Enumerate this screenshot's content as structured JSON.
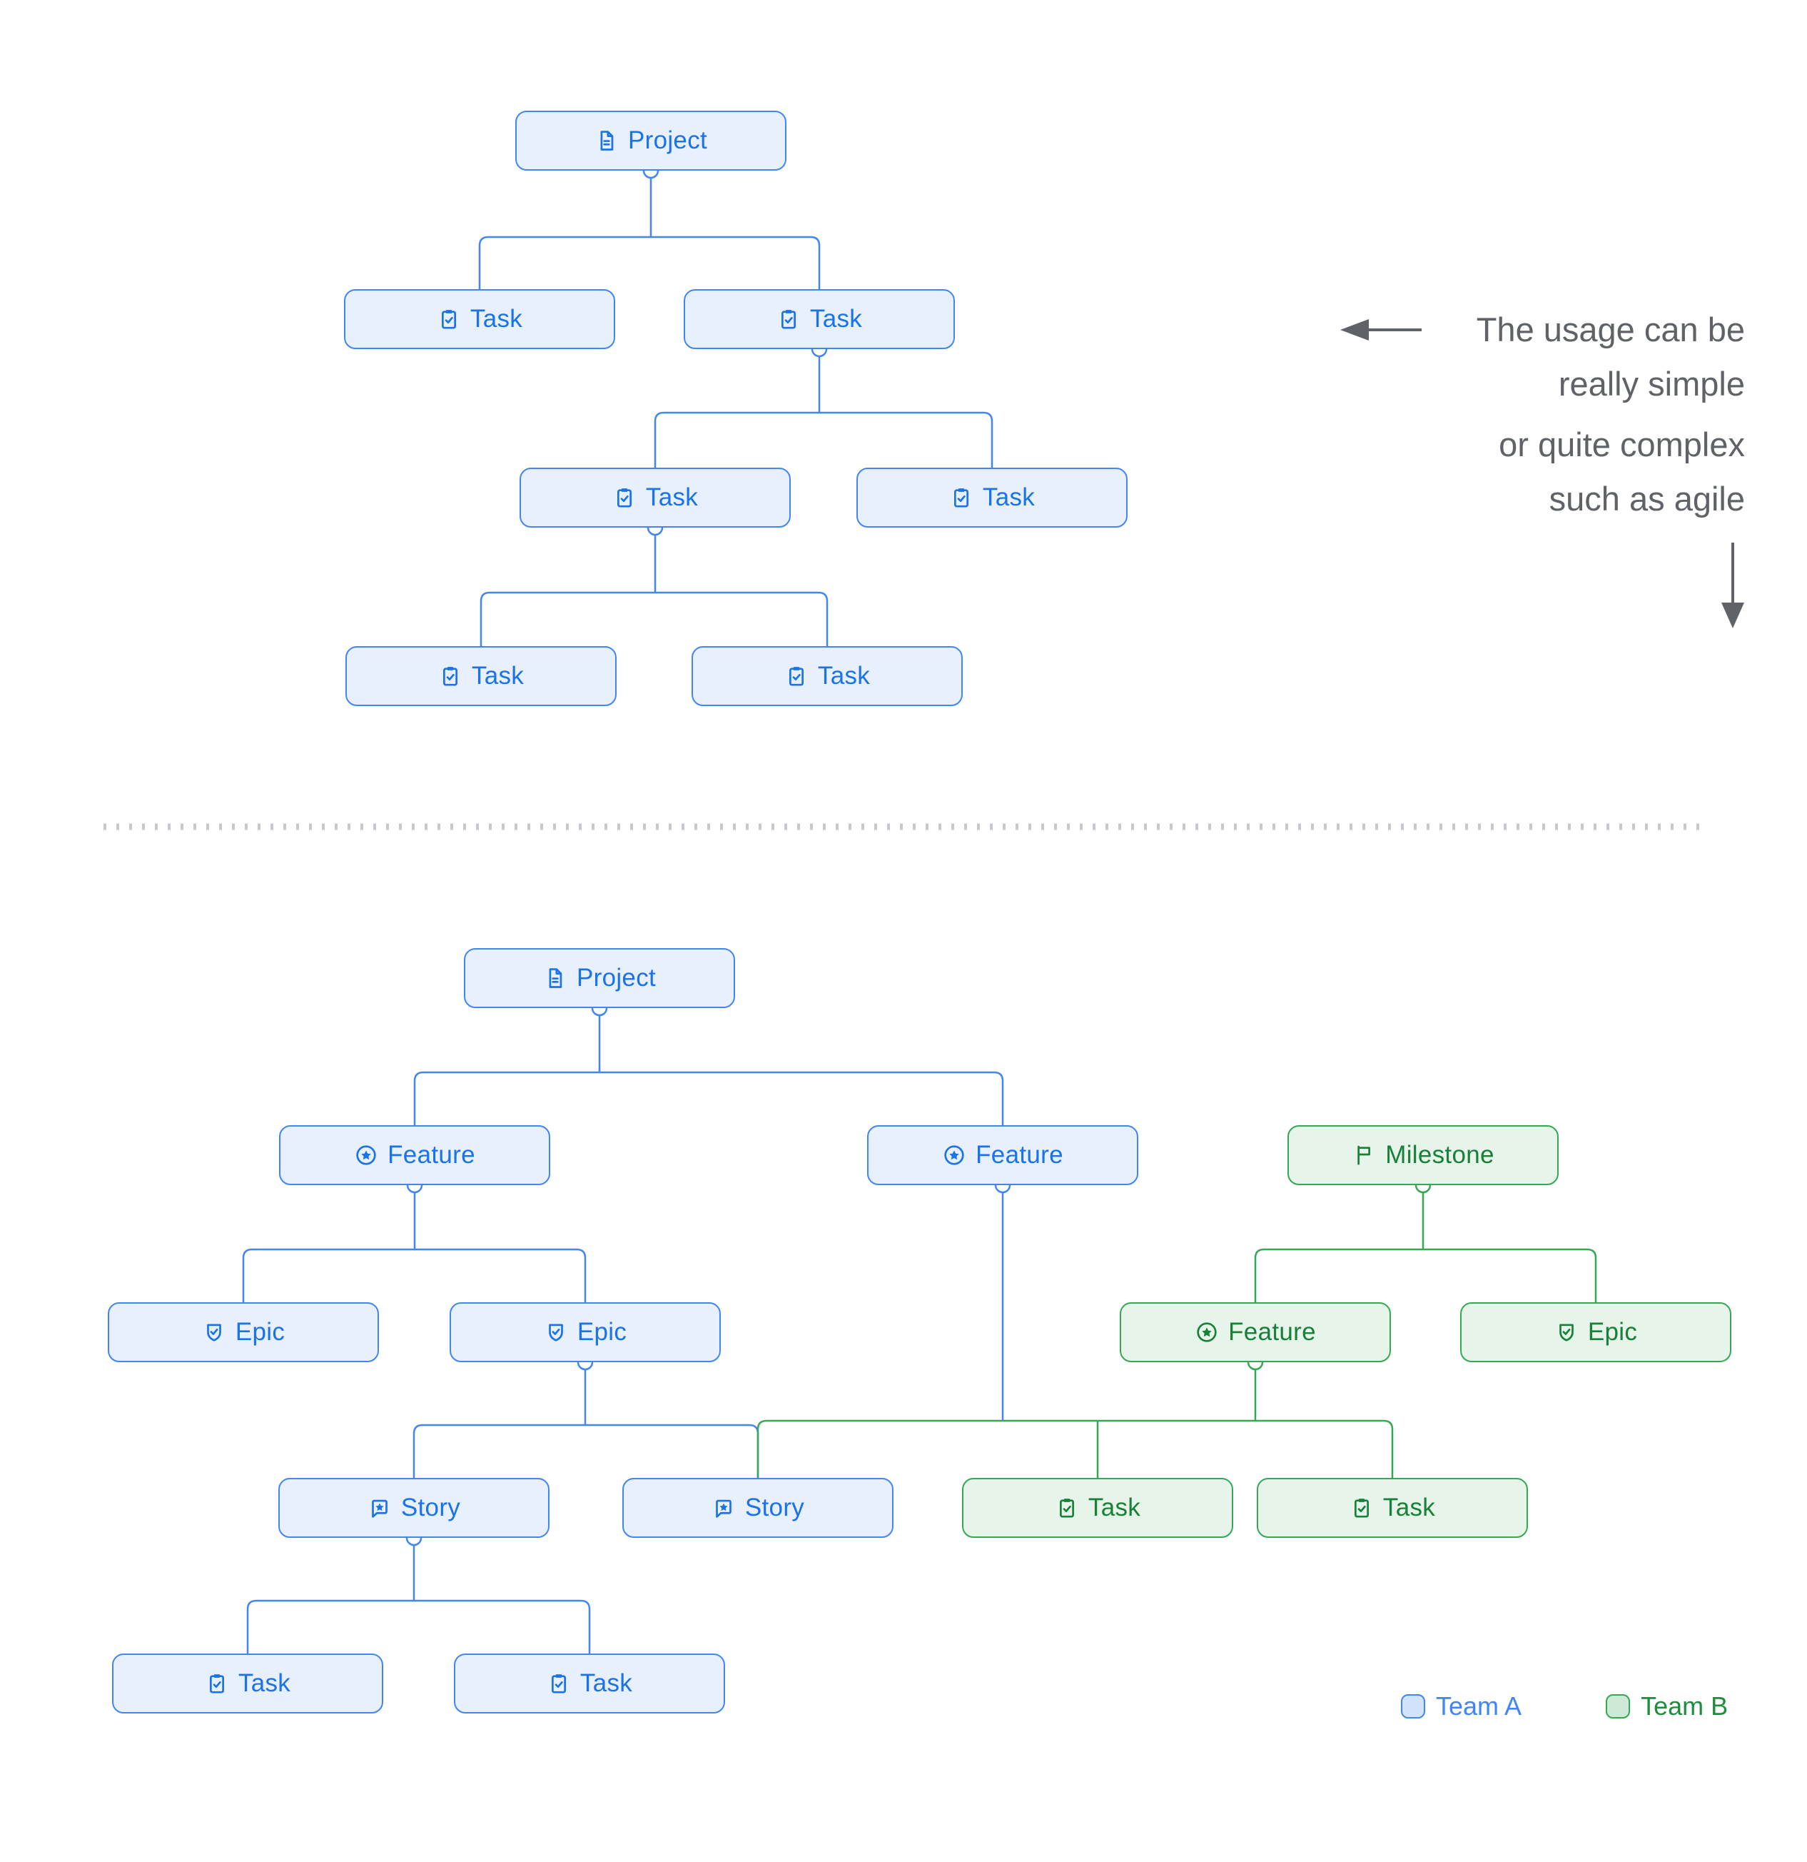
{
  "annotation": {
    "line1": "The usage can be",
    "line2": "really simple",
    "line3": "or quite complex",
    "line4": "such as agile"
  },
  "legend": {
    "team_a_label": "Team A",
    "team_b_label": "Team B"
  },
  "colors": {
    "team_a_accent": "#4285F4",
    "team_a_fill": "#E8F0FE",
    "team_a_text": "#1A73E8",
    "team_b_accent": "#34A853",
    "team_b_fill": "#E6F4EA",
    "team_b_text": "#188038",
    "annotation_gray": "#5F6368",
    "divider_gray": "#C6C9CE"
  },
  "diagram_simple": {
    "nodes": [
      {
        "id": "project",
        "label": "Project",
        "icon": "document-icon",
        "team": "A"
      },
      {
        "id": "task1",
        "label": "Task",
        "icon": "task-icon",
        "team": "A"
      },
      {
        "id": "task2",
        "label": "Task",
        "icon": "task-icon",
        "team": "A"
      },
      {
        "id": "task3",
        "label": "Task",
        "icon": "task-icon",
        "team": "A"
      },
      {
        "id": "task4",
        "label": "Task",
        "icon": "task-icon",
        "team": "A"
      },
      {
        "id": "task5",
        "label": "Task",
        "icon": "task-icon",
        "team": "A"
      },
      {
        "id": "task6",
        "label": "Task",
        "icon": "task-icon",
        "team": "A"
      }
    ],
    "edges": [
      [
        "project",
        "task1"
      ],
      [
        "project",
        "task2"
      ],
      [
        "task2",
        "task3"
      ],
      [
        "task2",
        "task4"
      ],
      [
        "task3",
        "task5"
      ],
      [
        "task3",
        "task6"
      ]
    ]
  },
  "diagram_complex": {
    "nodes": [
      {
        "id": "project",
        "label": "Project",
        "icon": "document-icon",
        "team": "A"
      },
      {
        "id": "feature1",
        "label": "Feature",
        "icon": "feature-icon",
        "team": "A"
      },
      {
        "id": "feature2",
        "label": "Feature",
        "icon": "feature-icon",
        "team": "A"
      },
      {
        "id": "milestone",
        "label": "Milestone",
        "icon": "milestone-icon",
        "team": "B"
      },
      {
        "id": "epic1",
        "label": "Epic",
        "icon": "epic-icon",
        "team": "A"
      },
      {
        "id": "epic2",
        "label": "Epic",
        "icon": "epic-icon",
        "team": "A"
      },
      {
        "id": "feature3",
        "label": "Feature",
        "icon": "feature-icon",
        "team": "B"
      },
      {
        "id": "epic3",
        "label": "Epic",
        "icon": "epic-icon",
        "team": "B"
      },
      {
        "id": "story1",
        "label": "Story",
        "icon": "story-icon",
        "team": "A"
      },
      {
        "id": "story2",
        "label": "Story",
        "icon": "story-icon",
        "team": "A"
      },
      {
        "id": "gtask1",
        "label": "Task",
        "icon": "task-icon",
        "team": "B"
      },
      {
        "id": "gtask2",
        "label": "Task",
        "icon": "task-icon",
        "team": "B"
      },
      {
        "id": "btask1",
        "label": "Task",
        "icon": "task-icon",
        "team": "A"
      },
      {
        "id": "btask2",
        "label": "Task",
        "icon": "task-icon",
        "team": "A"
      }
    ],
    "edges": [
      [
        "project",
        "feature1"
      ],
      [
        "project",
        "feature2"
      ],
      [
        "feature1",
        "epic1"
      ],
      [
        "feature1",
        "epic2"
      ],
      [
        "epic2",
        "story1"
      ],
      [
        "epic2",
        "story2"
      ],
      [
        "story1",
        "btask1"
      ],
      [
        "story1",
        "btask2"
      ],
      [
        "milestone",
        "feature3"
      ],
      [
        "milestone",
        "epic3"
      ],
      {
        "from": [
          "feature2",
          "feature3"
        ],
        "to": [
          "story2",
          "gtask1",
          "gtask2"
        ],
        "note": "merged connector rail"
      }
    ]
  }
}
